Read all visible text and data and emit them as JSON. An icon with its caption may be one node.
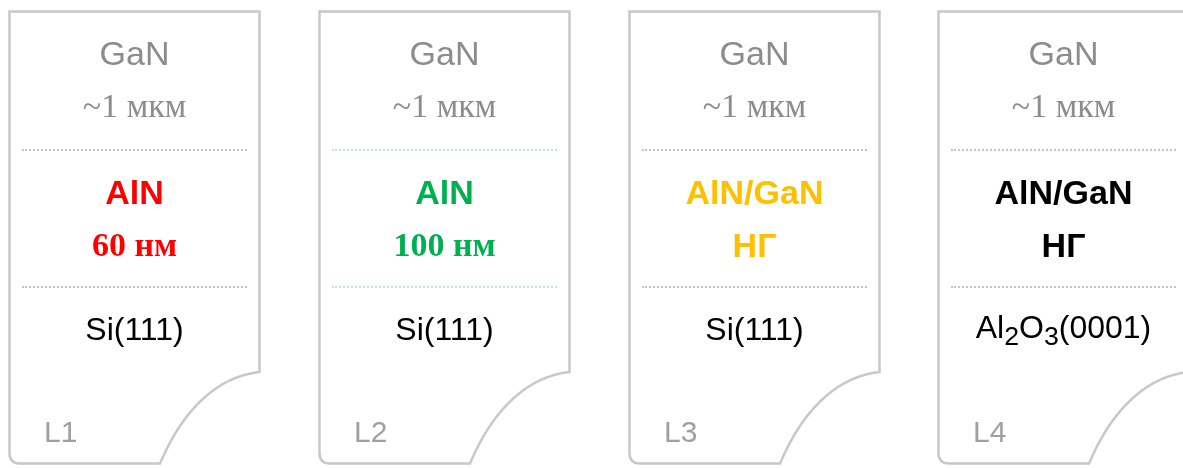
{
  "diagram": {
    "nodes": [
      {
        "text": [
          "L1"
        ]
      },
      {
        "text": [
          "GaN ~1 мкм"
        ],
        "in": 0
      },
      {
        "text": [
          "AlN 60 нм"
        ],
        "in": 0
      },
      {
        "text": [
          "Si(111)"
        ],
        "in": 0
      },
      {
        "text": [
          "L2"
        ]
      },
      {
        "text": [
          "GaN ~1 мкм"
        ],
        "in": 4
      },
      {
        "text": [
          "AlN 100 нм"
        ],
        "in": 4
      },
      {
        "text": [
          "Si(111)"
        ],
        "in": 4
      },
      {
        "text": [
          "L3"
        ]
      },
      {
        "text": [
          "GaN ~1 мкм"
        ],
        "in": 8
      },
      {
        "text": [
          "AlN/GaN НГ"
        ],
        "in": 8
      },
      {
        "text": [
          "Si(111)"
        ],
        "in": 8
      },
      {
        "text": [
          "L4"
        ]
      },
      {
        "text": [
          "GaN ~1 мкм"
        ],
        "in": 12
      },
      {
        "text": [
          "AlN/GaN НГ"
        ],
        "in": 12
      },
      {
        "text": [
          "Al$_{2}$O$_{3}$(0001)"
        ],
        "in": 12
      }
    ],
    "edges": []
  }
}
